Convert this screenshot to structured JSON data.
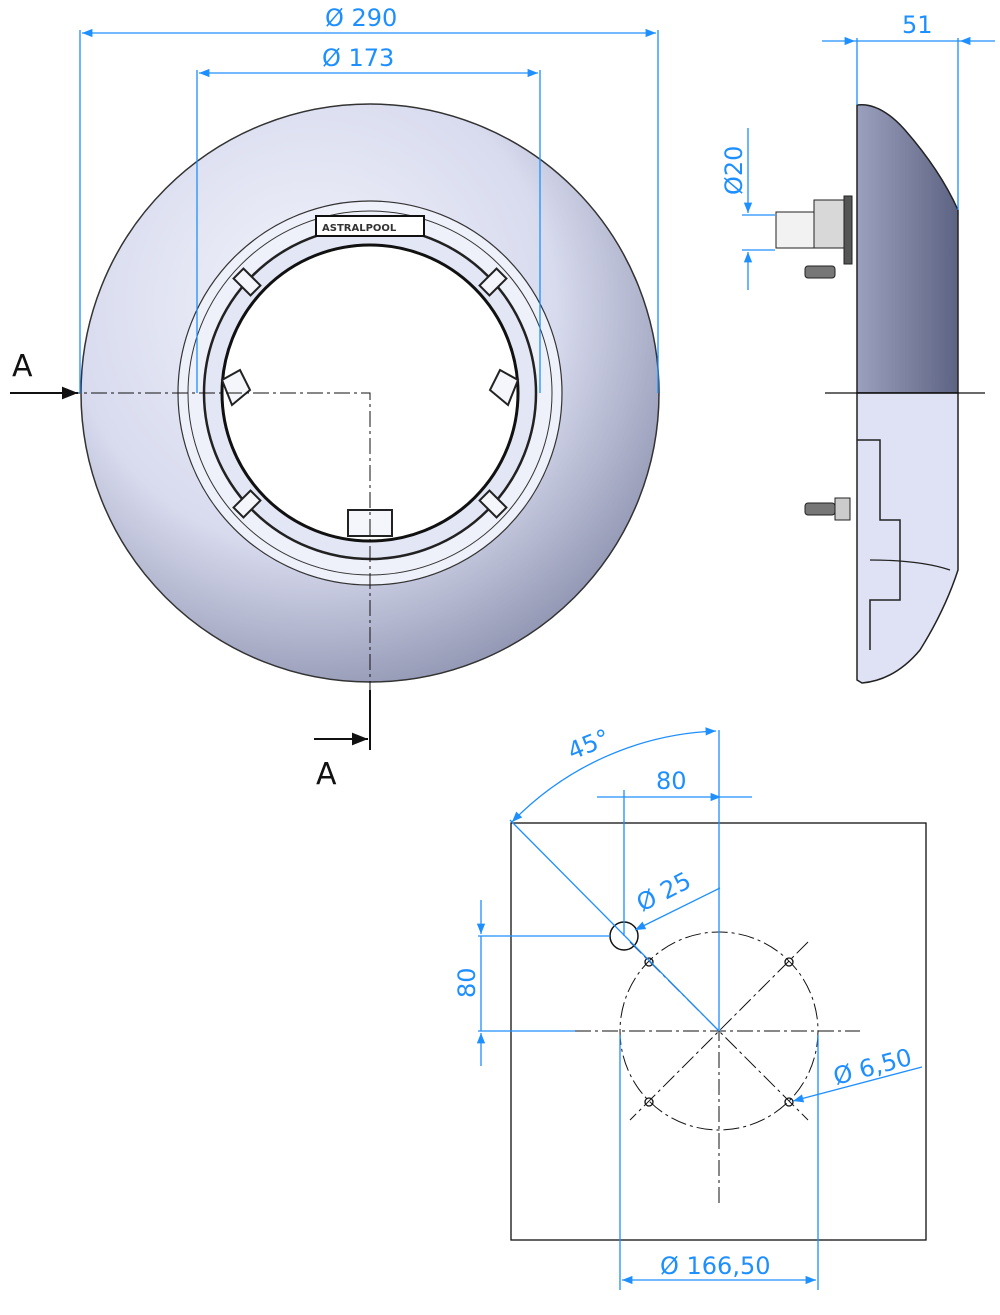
{
  "front_view": {
    "outer_diameter": "Ø 290",
    "inner_diameter": "Ø 173",
    "logo_text": "ASTRALPOOL",
    "section_label_left": "A",
    "section_label_bottom": "A"
  },
  "side_view": {
    "depth": "51",
    "pipe_diameter": "Ø20"
  },
  "mounting_template": {
    "angle": "45°",
    "horizontal_offset": "80",
    "vertical_offset": "80",
    "pipe_hole_diameter": "Ø 25",
    "screw_hole_diameter": "Ø 6,50",
    "bolt_circle_diameter": "Ø 166,50"
  },
  "colors": {
    "dimension": "#1e8fff",
    "body": "#c9cde6"
  }
}
